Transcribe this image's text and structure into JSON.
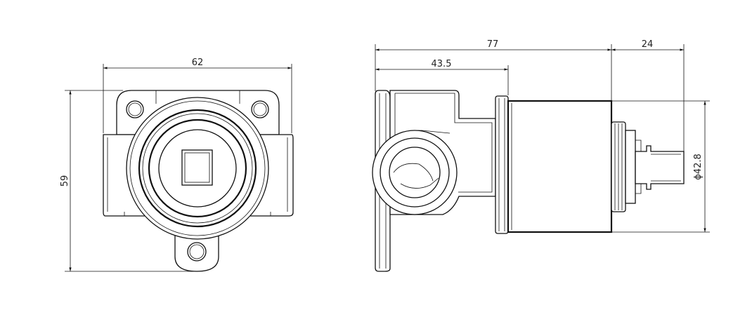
{
  "front_view": {
    "width_label": "62",
    "height_label": "59"
  },
  "side_view": {
    "overall_length_label": "77",
    "body_length_label": "43.5",
    "spindle_length_label": "24",
    "diameter_label": "ϕ42.8"
  },
  "colors": {
    "line": "#111111",
    "background": "#ffffff"
  }
}
